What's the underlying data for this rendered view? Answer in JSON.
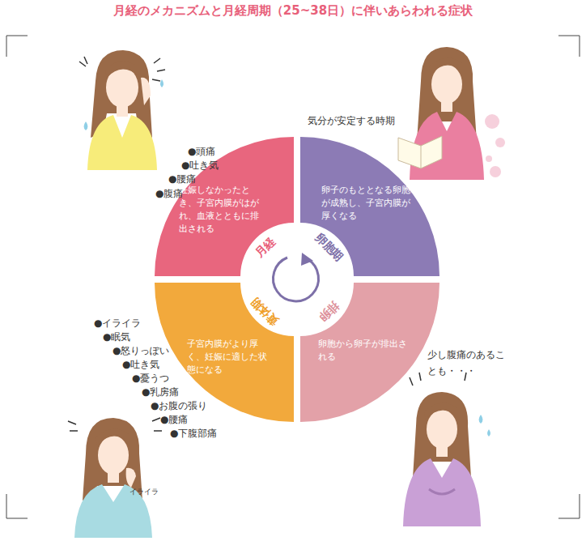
{
  "diagram": {
    "title": "月経のメカニズムと月経周期（25~38日）に伴いあらわれる症状",
    "nodes": [
      {
        "text": [
          "月経",
          "妊娠しなかったとき、子宮内膜がはがれ、血液とともに排出される"
        ]
      },
      {
        "text": [
          "卵胞期",
          "卵子のもととなる卵胞が成熟し、子宮内膜が厚くなる"
        ]
      },
      {
        "text": [
          "排卵",
          "卵胞から卵子が排出される"
        ]
      },
      {
        "text": [
          "黄体期",
          "子宮内膜がより厚く、妊娠に適した状態になる"
        ]
      }
    ],
    "labels": [
      "●頭痛",
      "●吐き気",
      "●腰痛",
      "●腹痛",
      "気分が安定する時期",
      "少し腹痛のあることも・・・",
      "●イライラ",
      "●眠気",
      "●怒りっぽい",
      "●吐き気",
      "●憂うつ",
      "●乳房痛",
      "●お腹の張り",
      "●腰痛",
      "●下腹部痛",
      "イライラ"
    ]
  }
}
